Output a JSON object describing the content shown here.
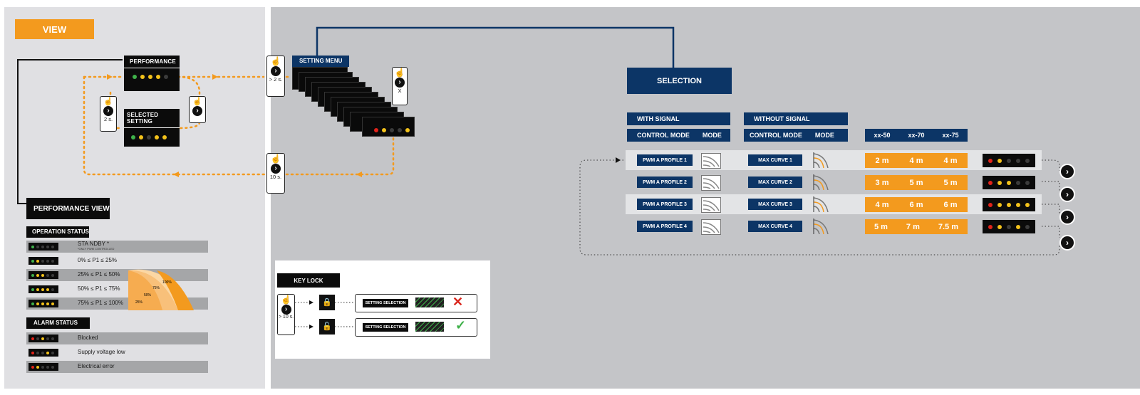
{
  "view_label": "VIEW",
  "performance_label": "PERFORMANCE",
  "selected_setting_label": "SELECTED SETTING",
  "setting_menu_label": "SETTING MENU",
  "selection_label": "SELECTION",
  "timer_2s_a": "> 2 s.",
  "timer_2s_b": "2 s.",
  "timer_10s": "10 s.",
  "timer_x": "X",
  "performance_view_label": "PERFORMANCE VIEW",
  "operation_status_label": "OPERATION STATUS",
  "operation_rows": [
    {
      "label": "STA NDBY *",
      "sub": "*ONLY PWM CONTROLLED"
    },
    {
      "label": "0% ≤ P1 ≤ 25%"
    },
    {
      "label": "25% ≤ P1 ≤ 50%"
    },
    {
      "label": "50% ≤ P1 ≤ 75%"
    },
    {
      "label": "75% ≤ P1 ≤ 100%"
    }
  ],
  "curve_labels": [
    "100%",
    "75%",
    "50%",
    "25%"
  ],
  "alarm_status_label": "ALARM STATUS",
  "alarm_rows": [
    "Blocked",
    "Supply voltage low",
    "Electrical error"
  ],
  "key_lock_label": "KEY LOCK",
  "key_lock_timer": "> 10 s.",
  "setting_selection_label": "SETTING SELECTION",
  "with_signal_label": "WITH SIGNAL",
  "without_signal_label": "WITHOUT SIGNAL",
  "control_mode_label": "CONTROL MODE",
  "mode_label": "MODE",
  "models": [
    "xx-50",
    "xx-70",
    "xx-75"
  ],
  "profiles": [
    {
      "pwm": "PWM A PROFILE 1",
      "curve": "MAX CURVE 1",
      "d": [
        "2 m",
        "4 m",
        "4 m"
      ]
    },
    {
      "pwm": "PWM A PROFILE 2",
      "curve": "MAX CURVE 2",
      "d": [
        "3 m",
        "5 m",
        "5 m"
      ]
    },
    {
      "pwm": "PWM A PROFILE 3",
      "curve": "MAX CURVE 3",
      "d": [
        "4 m",
        "6 m",
        "6 m"
      ]
    },
    {
      "pwm": "PWM A PROFILE 4",
      "curve": "MAX CURVE 4",
      "d": [
        "5 m",
        "7 m",
        "7.5 m"
      ]
    }
  ],
  "colors": {
    "orange": "#f39a1e",
    "navy": "#0c3566",
    "panel_left": "#e0e0e3",
    "panel_right": "#c4c5c8"
  }
}
